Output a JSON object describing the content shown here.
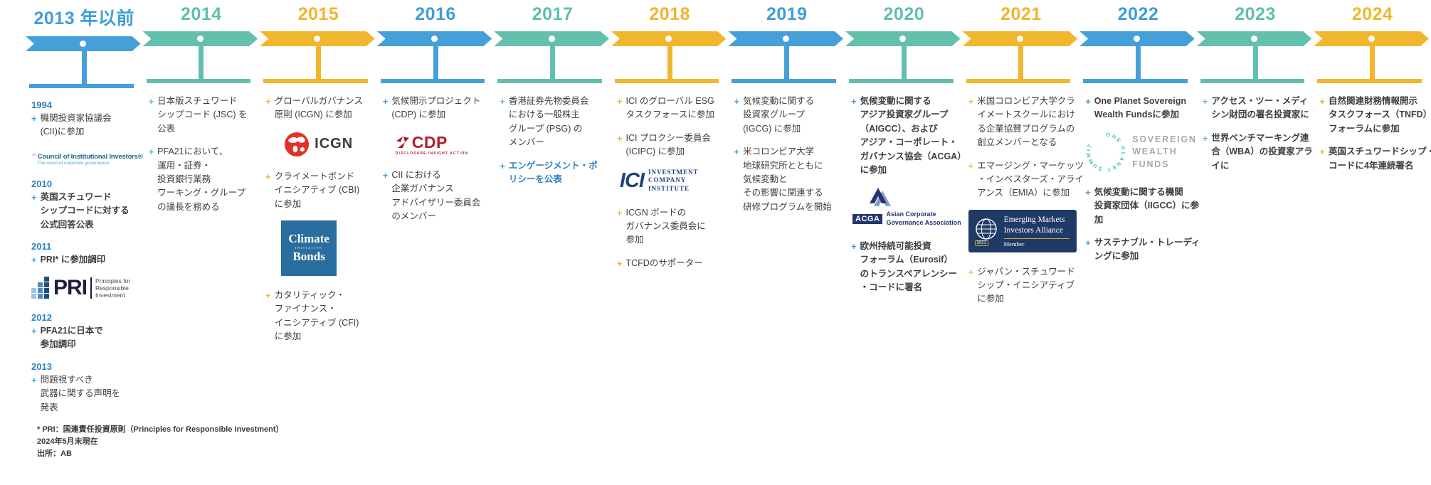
{
  "ui": {
    "bullet": "+"
  },
  "colors": {
    "blue": "#459FD9",
    "teal": "#64C0AE",
    "yellow": "#F0B62E",
    "accent_blue_text": "#2E80C2",
    "body_text": "#3E3E3E"
  },
  "footnote": {
    "lines": [
      "* PRI：国連責任投資原則（Principles for Responsible Investment）",
      "2024年5月末現在",
      "出所：AB"
    ]
  },
  "logos": {
    "cii": {
      "name": "Council of Institutional Investors®",
      "tagline": "The voice of corporate governance"
    },
    "pri": {
      "abbr": "PRI",
      "tagline_lines": [
        "Principles for",
        "Responsible",
        "Investment"
      ]
    },
    "icgn": {
      "abbr": "ICGN"
    },
    "climate_bonds": {
      "line1": "Climate",
      "line2": "INITIATIVE",
      "line3": "Bonds"
    },
    "cdp": {
      "abbr": "CDP",
      "tagline": "DISCLOSURE INSIGHT ACTION"
    },
    "ici": {
      "abbr": "ICI",
      "lines": [
        "INVESTMENT",
        "COMPANY",
        "INSTITUTE"
      ]
    },
    "acga": {
      "abbr": "ACGA",
      "lines": [
        "Asian Corporate",
        "Governance Association"
      ]
    },
    "emia": {
      "lines": [
        "Emerging Markets",
        "Investors Alliance"
      ],
      "member": "Member",
      "badge_year": "2021"
    },
    "opswf": {
      "circle_text": "ONE PLANET SUMMIT",
      "lines": [
        "SOVEREIGN",
        "WEALTH",
        "FUNDS"
      ]
    }
  },
  "columns": [
    {
      "year": "2013 年以前",
      "theme": "blue",
      "items": [
        {
          "label": "1994",
          "text": "機関投資家協議会\n(CII)に参加"
        },
        {
          "logo": "cii"
        },
        {
          "label": "2010",
          "text": "英国スチュワード\nシップコードに対する\n公式回答公表",
          "bold": true
        },
        {
          "label": "2011",
          "text": "PRI* に参加調印",
          "bold": true
        },
        {
          "logo": "pri"
        },
        {
          "label": "2012",
          "text": "PFA21に日本で\n参加調印",
          "bold": true
        },
        {
          "label": "2013",
          "text": "問題視すべき\n武器に関する声明を\n発表"
        }
      ]
    },
    {
      "year": "2014",
      "theme": "teal",
      "items": [
        {
          "text": "日本版スチュワード\nシップコード (JSC) を\n公表"
        },
        {
          "text": "PFA21において、\n運用・証券・\n投資銀行業務\nワーキング・グループ\nの議長を務める"
        }
      ]
    },
    {
      "year": "2015",
      "theme": "yellow",
      "items": [
        {
          "text": "グローバルガバナンス\n原則 (ICGN) に参加"
        },
        {
          "logo": "icgn"
        },
        {
          "text": "クライメートボンド\nイニシアティブ (CBI)\nに参加"
        },
        {
          "logo": "climate_bonds"
        },
        {
          "text": "カタリティック・\nファイナンス・\nイニシアティブ (CFI)\nに参加"
        }
      ]
    },
    {
      "year": "2016",
      "theme": "blue",
      "items": [
        {
          "text": "気候開示プロジェクト\n(CDP) に参加"
        },
        {
          "logo": "cdp"
        },
        {
          "text": "CII における\n企業ガバナンス\nアドバイザリー委員会\nのメンバー"
        }
      ]
    },
    {
      "year": "2017",
      "theme": "teal",
      "items": [
        {
          "text": "香港証券先物委員会\nにおける一般株主\nグループ (PSG) の\nメンバー"
        },
        {
          "text": "エンゲージメント・ポ\nリシーを公表",
          "bold": true,
          "blue": true,
          "marker": "blue"
        }
      ]
    },
    {
      "year": "2018",
      "theme": "yellow",
      "items": [
        {
          "text": "ICI のグローバル ESG\nタスクフォースに参加"
        },
        {
          "text": "ICI プロクシー委員会\n(ICIPC) に参加"
        },
        {
          "logo": "ici"
        },
        {
          "text": "ICGN ボードの\nガバナンス委員会に\n参加"
        },
        {
          "text": "TCFDのサポーター"
        }
      ]
    },
    {
      "year": "2019",
      "theme": "blue",
      "items": [
        {
          "text": "気候変動に関する\n投資家グループ\n(IGCG) に参加"
        },
        {
          "text": "米コロンビア大学\n地球研究所とともに\n気候変動と\nその影響に関連する\n研修プログラムを開始"
        }
      ]
    },
    {
      "year": "2020",
      "theme": "teal",
      "items": [
        {
          "text": "気候変動に関する\nアジア投資家グループ\n（AIGCC）、および\nアジア・コーポレート・\nガバナンス協会（ACGA）\nに参加",
          "bold": true,
          "marker": "blue"
        },
        {
          "logo": "acga"
        },
        {
          "text": "欧州持続可能投資\nフォーラム（Eurosif）\nのトランスペアレンシー\n・コードに署名",
          "bold": true,
          "marker": "blue"
        }
      ]
    },
    {
      "year": "2021",
      "theme": "yellow",
      "items": [
        {
          "text": "米国コロンビア大学クラ\nイメートスクールにおけ\nる企業協賛プログラムの\n創立メンバーとなる"
        },
        {
          "text": "エマージング・マーケッツ\n・インベスターズ・アライ\nアンス（EMIA）に参加"
        },
        {
          "logo": "emia"
        },
        {
          "text": "ジャパン・スチュワード\nシップ・イニシアティブ\nに参加"
        }
      ]
    },
    {
      "year": "2022",
      "theme": "blue",
      "items": [
        {
          "text": "One Planet Sovereign\nWealth Fundsに参加",
          "bold": true
        },
        {
          "logo": "opswf"
        },
        {
          "text": "気候変動に関する機関\n投資家団体（IIGCC）に参\n加",
          "bold": true
        },
        {
          "text": "サステナブル・トレーディ\nングに参加",
          "bold": true
        }
      ]
    },
    {
      "year": "2023",
      "theme": "teal",
      "items": [
        {
          "text": "アクセス・ツー・メディ\nシン財団の署名投資家に",
          "bold": true
        },
        {
          "text": "世界ベンチマーキング連\n合（WBA）の投資家アラ\nイに",
          "bold": true
        }
      ]
    },
    {
      "year": "2024",
      "theme": "yellow",
      "items": [
        {
          "text": "自然関連財務情報開示\nタスクフォース（TNFD）\nフォーラムに参加",
          "bold": true
        },
        {
          "text": "英国スチュワードシップ・\nコードに4年連続署名",
          "bold": true
        }
      ]
    }
  ]
}
